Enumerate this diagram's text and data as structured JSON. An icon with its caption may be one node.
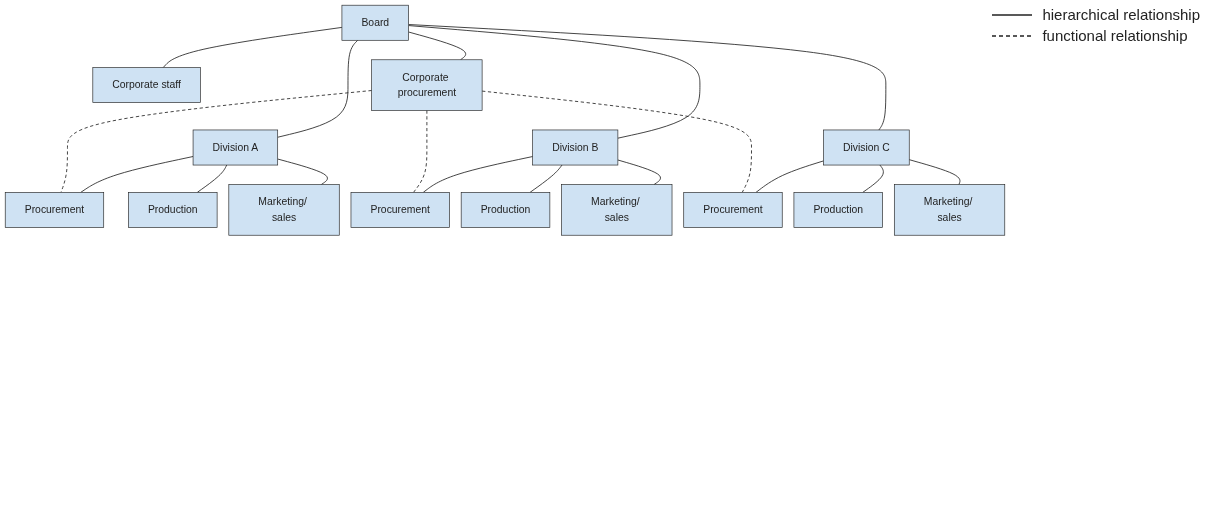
{
  "diagram": {
    "nodes": [
      {
        "text": [
          "Board"
        ]
      },
      {
        "text": [
          "Corporate procurement"
        ]
      },
      {
        "text": [
          "Corporate staff"
        ]
      },
      {
        "text": [
          "Division A"
        ]
      },
      {
        "text": [
          "Division B"
        ]
      },
      {
        "text": [
          "Division C"
        ]
      },
      {
        "text": [
          "Procurement"
        ]
      },
      {
        "text": [
          "Production"
        ]
      },
      {
        "text": [
          "Marketing/ sales"
        ]
      },
      {
        "text": [
          "Procurement"
        ]
      },
      {
        "text": [
          "Production"
        ]
      },
      {
        "text": [
          "Marketing/ sales"
        ]
      },
      {
        "text": [
          "Procurement"
        ]
      },
      {
        "text": [
          "Production"
        ]
      },
      {
        "text": [
          "Marketing/ sales"
        ]
      }
    ],
    "edges": [
      {
        "from": 0,
        "to": 1,
        "arrow": "none"
      },
      {
        "from": 0,
        "to": 2,
        "arrow": "none"
      },
      {
        "from": 0,
        "to": 3,
        "arrow": "none"
      },
      {
        "from": 0,
        "to": 4,
        "arrow": "none"
      },
      {
        "from": 0,
        "to": 5,
        "arrow": "none"
      },
      {
        "from": 3,
        "to": 6,
        "arrow": "none"
      },
      {
        "from": 3,
        "to": 7,
        "arrow": "none"
      },
      {
        "from": 3,
        "to": 8,
        "arrow": "none"
      },
      {
        "from": 4,
        "to": 9,
        "arrow": "none"
      },
      {
        "from": 4,
        "to": 10,
        "arrow": "none"
      },
      {
        "from": 4,
        "to": 11,
        "arrow": "none"
      },
      {
        "from": 5,
        "to": 12,
        "arrow": "none"
      },
      {
        "from": 5,
        "to": 13,
        "arrow": "none"
      },
      {
        "from": 5,
        "to": 14,
        "arrow": "none"
      },
      {
        "from": 1,
        "to": 6,
        "arrow": "none",
        "style": "dashed"
      },
      {
        "from": 1,
        "to": 9,
        "arrow": "none",
        "style": "dashed"
      },
      {
        "from": 1,
        "to": 12,
        "arrow": "none",
        "style": "dashed"
      }
    ],
    "legend": [
      {
        "text": "hierarchical relationship"
      },
      {
        "text": "functional relationship"
      }
    ]
  }
}
